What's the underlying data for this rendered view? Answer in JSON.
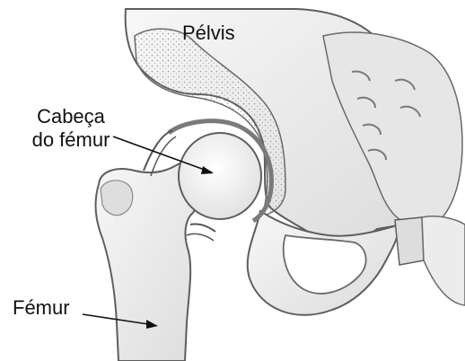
{
  "labels": {
    "pelvis": "Pélvis",
    "femoral_head_line1": "Cabeça",
    "femoral_head_line2": "do fémur",
    "femur": "Fémur"
  },
  "colors": {
    "bone_fill": "#ebebeb",
    "bone_light": "#f6f6f6",
    "outline": "#5e5e5e",
    "shadow": "#bdbdbd",
    "cartilage": "#7a7a7a",
    "marrow_dots": "#9a9a9a",
    "text": "#111111"
  }
}
